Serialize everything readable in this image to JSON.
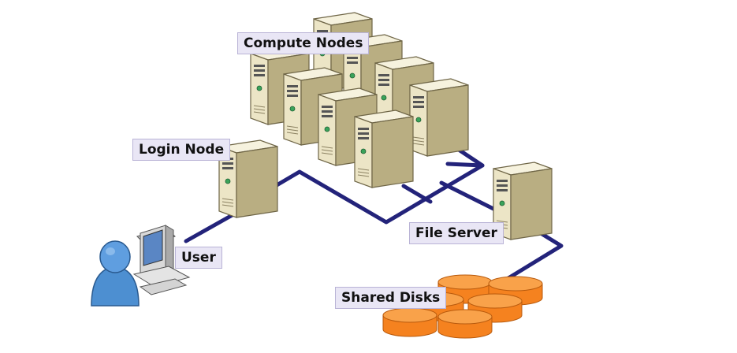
{
  "labels": {
    "compute_nodes": "Compute Nodes",
    "login_node": "Login Node",
    "user": "User",
    "file_server": "File Server",
    "shared_disks": "Shared Disks"
  },
  "icons": {
    "server": "server-tower-icon",
    "user": "user-person-icon",
    "workstation": "desktop-computer-icon",
    "disk": "disk-cylinder-icon"
  },
  "colors": {
    "network_line": "#23237a",
    "server_body": "#efe9cf",
    "server_shadow": "#a89e72",
    "disk": "#f5821f",
    "disk_top": "#f9a24a",
    "user": "#4d8fd1",
    "label_bg": "#e9e6f5",
    "label_border": "#b9b3d6"
  }
}
